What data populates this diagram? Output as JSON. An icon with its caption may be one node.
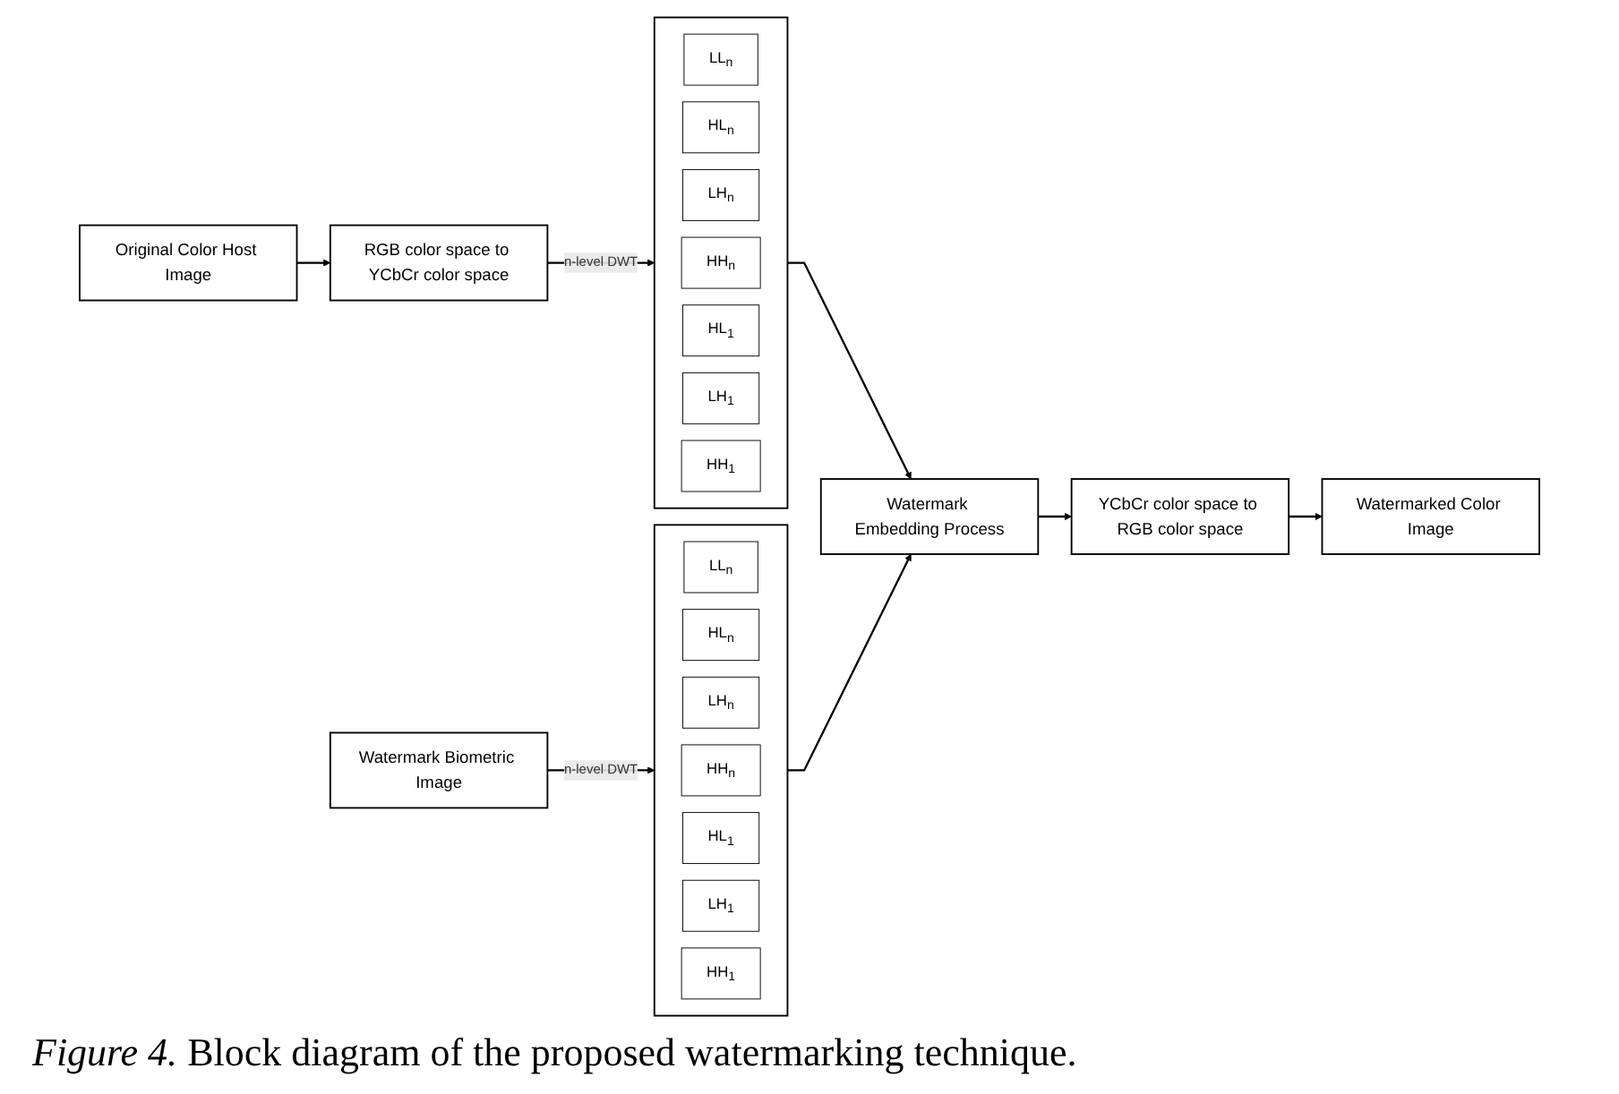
{
  "diagram": {
    "caption": "*Figure 4.* Block diagram of the proposed watermarking technique.",
    "nodes": [
      {
        "text": [
          "Original Color Host Image"
        ]
      },
      {
        "text": [
          "RGB color space to YCbCr color space"
        ]
      },
      {
        "text": [],
        "shape": "box"
      },
      {
        "text": [
          "LL$_{n}$"
        ],
        "in": 2
      },
      {
        "text": [
          "HL$_{n}$"
        ],
        "in": 2
      },
      {
        "text": [
          "LH$_{n}$"
        ],
        "in": 2
      },
      {
        "text": [
          "HH$_{n}$"
        ],
        "in": 2
      },
      {
        "text": [
          "HL$_{1}$"
        ],
        "in": 2
      },
      {
        "text": [
          "LH$_{1}$"
        ],
        "in": 2
      },
      {
        "text": [
          "HH$_{1}$"
        ],
        "in": 2
      },
      {
        "text": [
          "Watermark Biometric Image"
        ]
      },
      {
        "text": [],
        "shape": "box"
      },
      {
        "text": [
          "LL$_{n}$"
        ],
        "in": 11
      },
      {
        "text": [
          "HL$_{n}$"
        ],
        "in": 11
      },
      {
        "text": [
          "LH$_{n}$"
        ],
        "in": 11
      },
      {
        "text": [
          "HH$_{n}$"
        ],
        "in": 11
      },
      {
        "text": [
          "HL$_{1}$"
        ],
        "in": 11
      },
      {
        "text": [
          "LH$_{1}$"
        ],
        "in": 11
      },
      {
        "text": [
          "HH$_{1}$"
        ],
        "in": 11
      },
      {
        "text": [
          "Watermark Embedding Process"
        ]
      },
      {
        "text": [
          "YCbCr color space to RGB color space"
        ]
      },
      {
        "text": [
          "Watermarked Color Image"
        ]
      }
    ],
    "edges": [
      {
        "from": 0,
        "to": 1,
        "arrow": "to"
      },
      {
        "from": 1,
        "to": 2,
        "arrow": "to",
        "label": "n-level DWT"
      },
      {
        "from": 2,
        "to": 19,
        "arrow": "to"
      },
      {
        "from": 10,
        "to": 11,
        "arrow": "to",
        "label": "n-level DWT"
      },
      {
        "from": 11,
        "to": 19,
        "arrow": "to"
      },
      {
        "from": 19,
        "to": 20,
        "arrow": "to"
      },
      {
        "from": 20,
        "to": 21,
        "arrow": "to"
      }
    ]
  }
}
